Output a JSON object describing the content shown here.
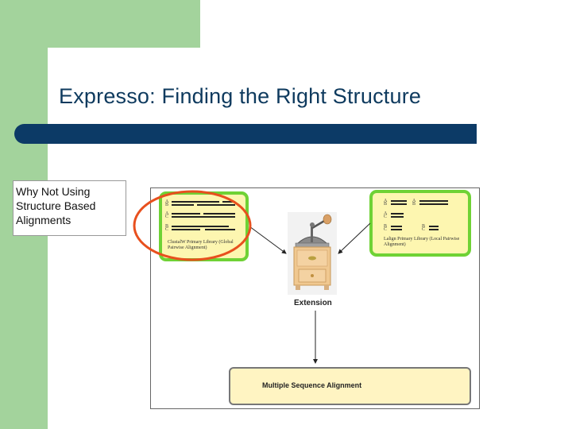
{
  "slide": {
    "title": "Expresso: Finding the Right Structure",
    "note": "Why Not Using Structure Based Alignments"
  },
  "diagram": {
    "left_library": {
      "caption": "ClustalW Primary Library (Global Pairwise Alignment)",
      "letters": [
        "A\nB",
        "A\nC",
        "B\nC"
      ]
    },
    "right_library": {
      "caption": "Lalign Primary Library (Local Pairwise Alignment)",
      "letters": [
        "A\nB",
        "A\nC",
        "B\nC"
      ],
      "letters_right": [
        "A\nB",
        "B\nC"
      ]
    },
    "extension_label": "Extension",
    "msa_label": "Multiple Sequence Alignment"
  },
  "colors": {
    "sidebar_green": "#a3d39c",
    "title_bar_navy": "#0c3a66",
    "title_text": "#0e3a5e",
    "library_border_green": "#6fd235",
    "library_fill": "#fdf6b0",
    "highlight_red": "#e8501e"
  },
  "icons": [
    "coffee-grinder-icon"
  ]
}
